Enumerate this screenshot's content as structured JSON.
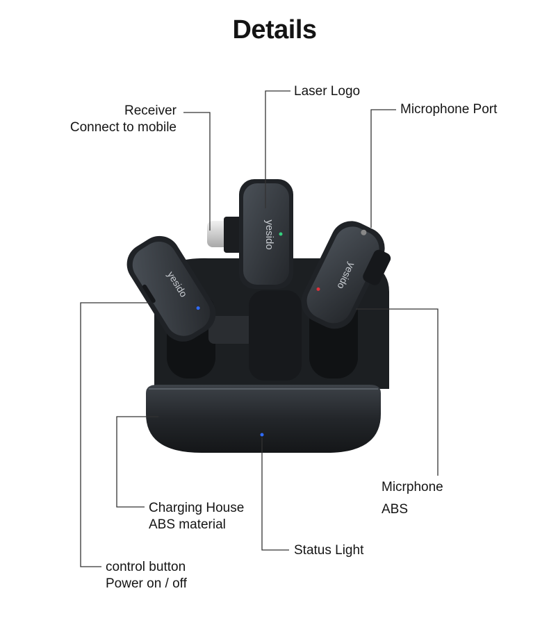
{
  "title": "Details",
  "brand": "yesido",
  "labels": {
    "receiver": {
      "line1": "Receiver",
      "line2": "Connect to mobile"
    },
    "laser_logo": {
      "line1": "Laser Logo"
    },
    "microphone_port": {
      "line1": "Microphone Port"
    },
    "microphone": {
      "line1": "Micrphone",
      "line2": "ABS"
    },
    "charging_house": {
      "line1": "Charging House",
      "line2": "ABS material"
    },
    "status_light": {
      "line1": "Status Light"
    },
    "control_button": {
      "line1": "control button",
      "line2": "Power on / off"
    }
  },
  "colors": {
    "device_body": "#1f2226",
    "device_face": "#3a3f45",
    "leader_line": "#333333",
    "green_led": "#35d07f",
    "blue_led": "#2f6bff",
    "red_led": "#e0303a"
  }
}
